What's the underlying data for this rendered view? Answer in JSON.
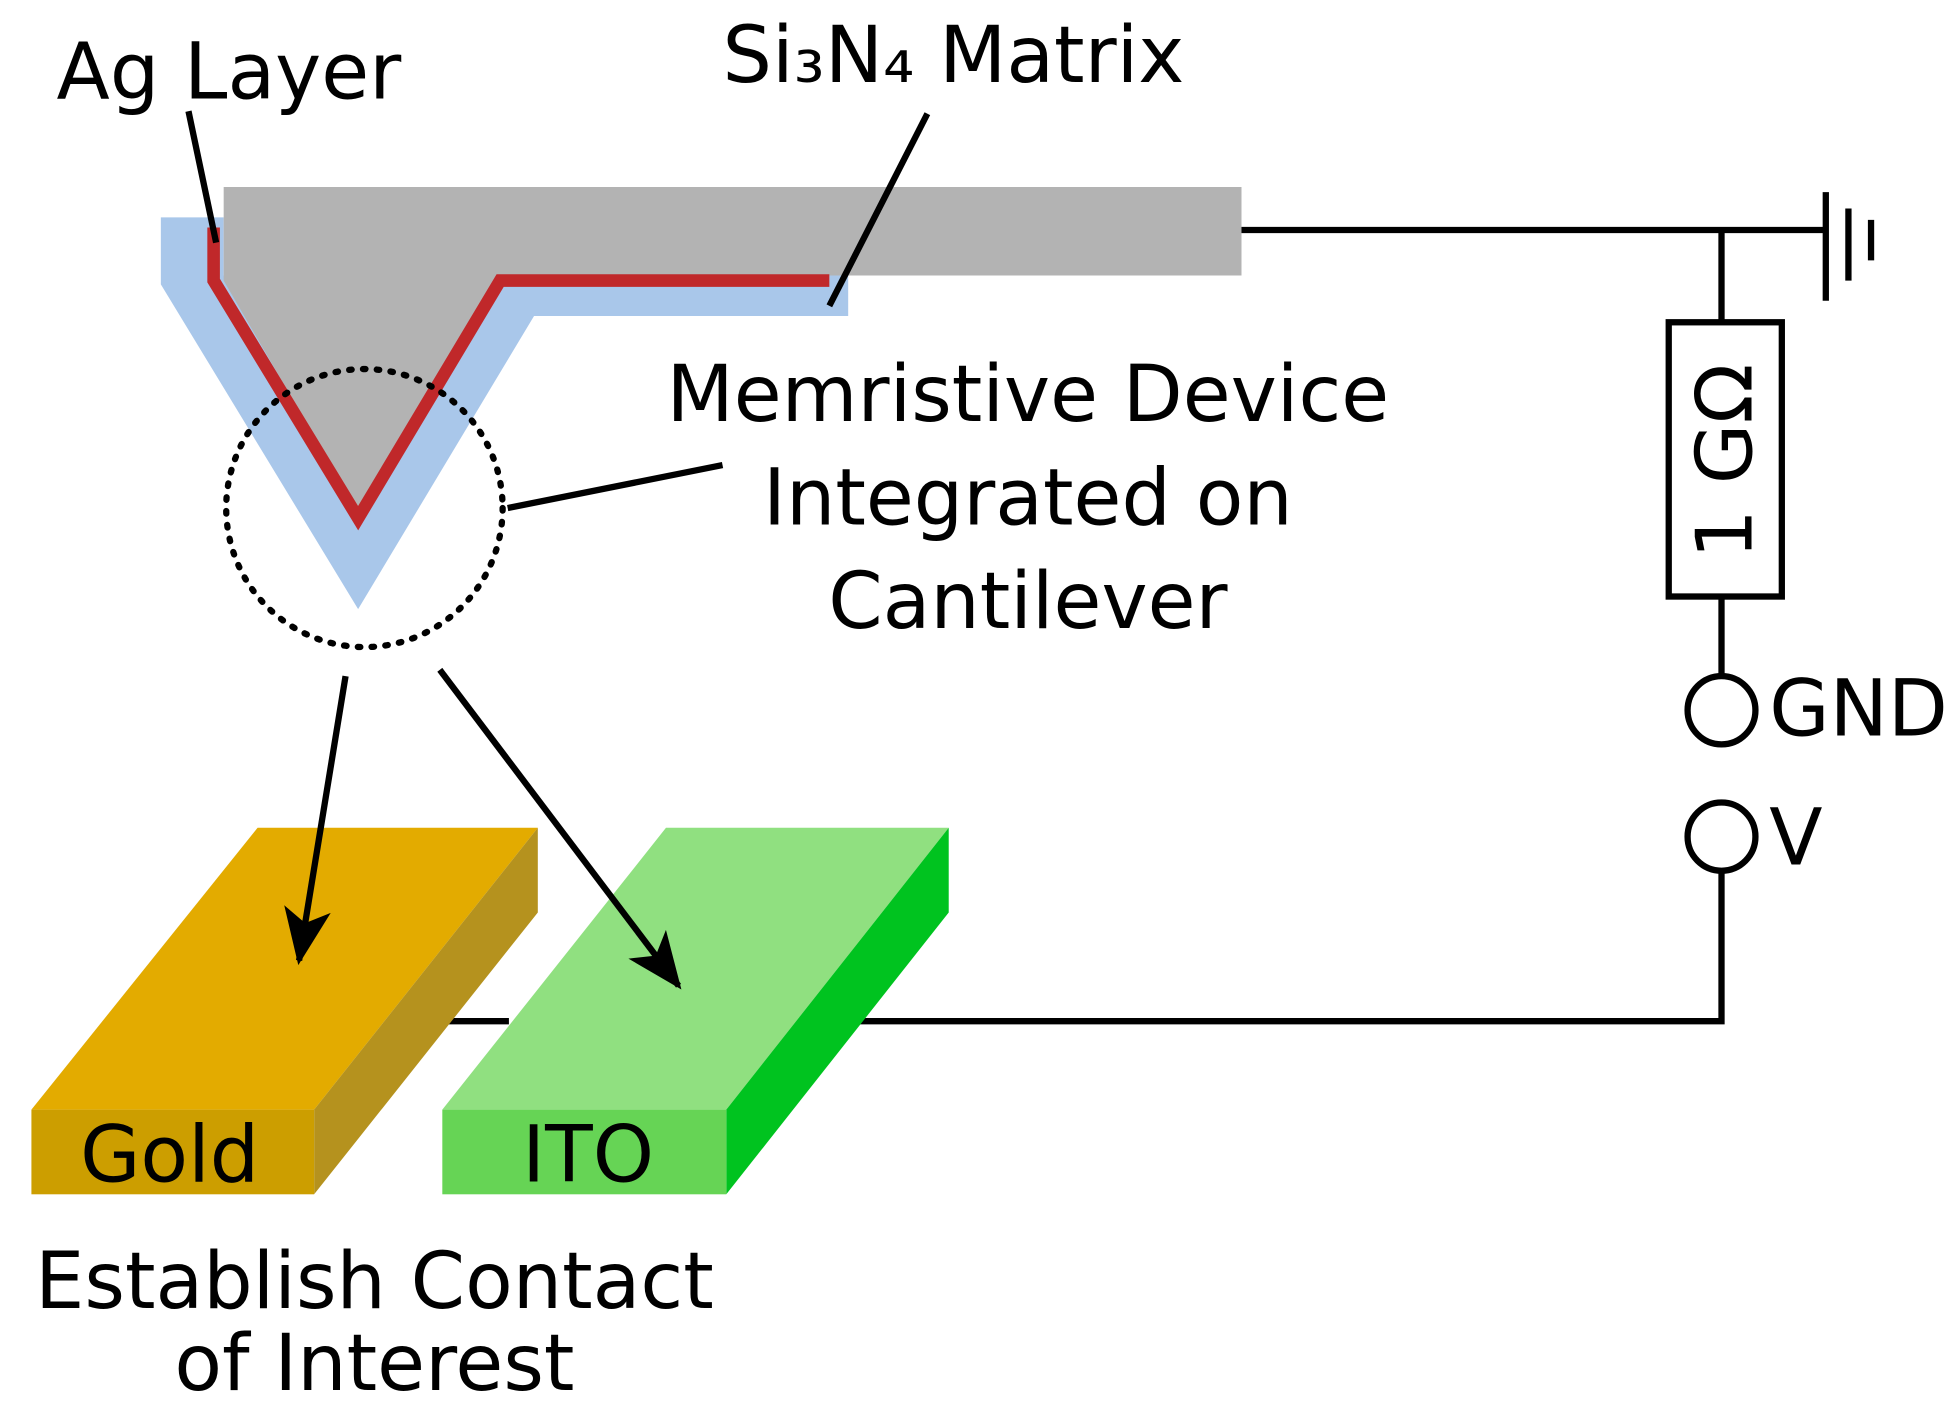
{
  "labels": {
    "ag_layer": "Ag Layer",
    "matrix": "Si₃N₄ Matrix",
    "memristive": [
      "Memristive Device",
      "Integrated on",
      "Cantilever"
    ],
    "resistor": "1 GΩ",
    "gnd": "GND",
    "v": "V",
    "gold": "Gold",
    "ito": "ITO",
    "contact": [
      "Establish Contact",
      "of Interest"
    ]
  },
  "colors": {
    "cantilever": "#b3b3b3",
    "coating": "#a9c7ea",
    "ag": "#c0282a",
    "gold_top": "#e3ab00",
    "gold_front": "#cc9e00",
    "gold_side": "#b5921e",
    "ito_top": "#90e080",
    "ito_front": "#66d455",
    "ito_side": "#00c31f"
  }
}
